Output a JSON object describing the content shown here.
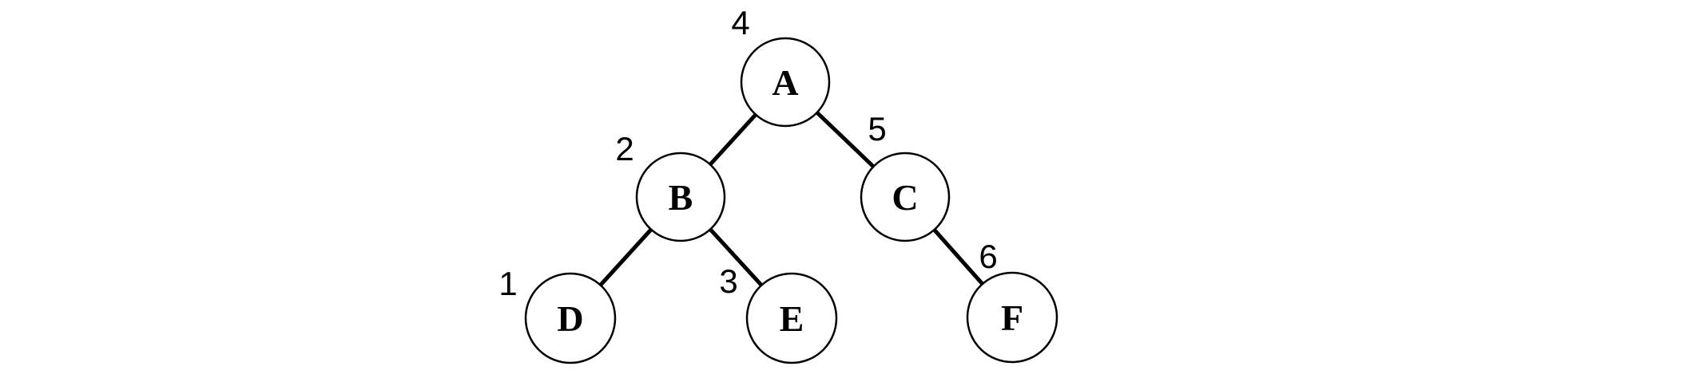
{
  "tree": {
    "type": "binary-tree",
    "nodes": [
      {
        "id": "A",
        "label": "A",
        "order": "4"
      },
      {
        "id": "B",
        "label": "B",
        "order": "2"
      },
      {
        "id": "C",
        "label": "C",
        "order": "5"
      },
      {
        "id": "D",
        "label": "D",
        "order": "1"
      },
      {
        "id": "E",
        "label": "E",
        "order": "3"
      },
      {
        "id": "F",
        "label": "F",
        "order": "6"
      }
    ],
    "edges": [
      {
        "from": "A",
        "to": "B"
      },
      {
        "from": "A",
        "to": "C"
      },
      {
        "from": "B",
        "to": "D"
      },
      {
        "from": "B",
        "to": "E"
      },
      {
        "from": "C",
        "to": "F"
      }
    ],
    "colors": {
      "background": "#ffffff",
      "node_fill": "#ffffff",
      "stroke": "#000000",
      "text": "#000000"
    }
  }
}
